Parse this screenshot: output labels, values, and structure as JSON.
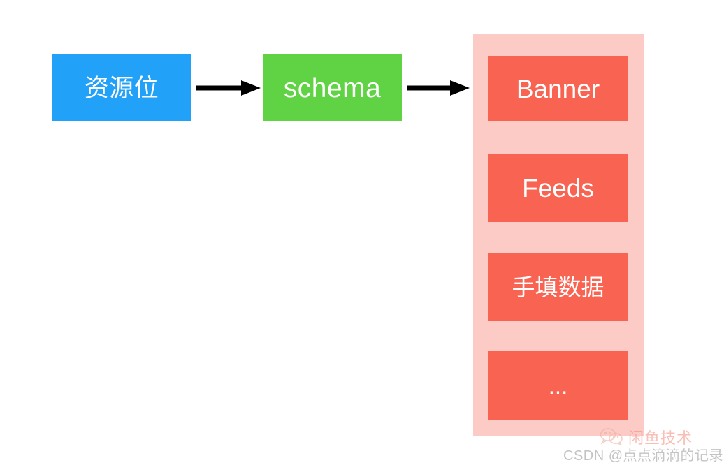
{
  "diagram": {
    "background_color": "#ffffff",
    "nodes": [
      {
        "id": "source",
        "label": "资源位",
        "color": "#21a1f8",
        "text_color": "#ffffff",
        "shape": "rectangle"
      },
      {
        "id": "schema",
        "label": "schema",
        "color": "#5fd344",
        "text_color": "#ffffff",
        "shape": "rectangle"
      }
    ],
    "edges": [
      {
        "id": "edge-source-schema",
        "from": "source",
        "to": "schema",
        "style": "solid-arrow",
        "color": "#000000"
      },
      {
        "id": "edge-schema-types",
        "from": "schema",
        "to": "types-container",
        "style": "solid-arrow",
        "color": "#000000"
      }
    ],
    "container": {
      "id": "types-container",
      "color": "#fdcbc6",
      "item_color": "#f96452",
      "item_text_color": "#ffffff",
      "items": [
        {
          "label": "Banner"
        },
        {
          "label": "Feeds"
        },
        {
          "label": "手填数据"
        },
        {
          "label": "..."
        }
      ]
    }
  },
  "watermarks": {
    "brand": {
      "icon": "wechat-icon",
      "text": "闲鱼技术",
      "color": "#f58b7d"
    },
    "csdn": {
      "text": "CSDN @点点滴滴的记录",
      "color": "#b9b9b9"
    }
  }
}
